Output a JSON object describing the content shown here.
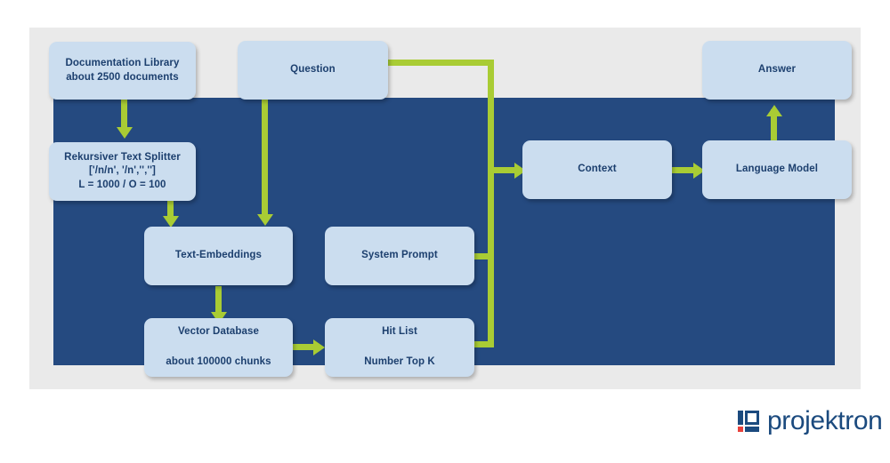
{
  "slide": {
    "title": "RAG pipeline diagram",
    "background_color": "#ffffff",
    "panel_color": "#eaeaea",
    "backdrop_color": "#254A80",
    "box_fill": "#CBDDEF",
    "box_text_color": "#1C3F6E",
    "connector_color": "#A9CC34",
    "logo_accent_red": "#E8413C"
  },
  "nodes": {
    "documentation_library": {
      "line1": "Documentation Library",
      "line2": "about 2500 documents"
    },
    "question": {
      "line1": "Question"
    },
    "answer": {
      "line1": "Answer"
    },
    "text_splitter": {
      "line1": "Rekursiver Text Splitter",
      "line2": "['/n/n', '/n','','']",
      "line3": "L = 1000 / O = 100"
    },
    "text_embeddings": {
      "line1": "Text-Embeddings"
    },
    "system_prompt": {
      "line1": "System Prompt"
    },
    "context": {
      "line1": "Context"
    },
    "language_model": {
      "line1": "Language Model"
    },
    "vector_database": {
      "line1": "Vector Database",
      "line2": "about 100000 chunks"
    },
    "hit_list": {
      "line1": "Hit List",
      "line2": "Number Top K"
    }
  },
  "logo": {
    "wordmark": "projektron",
    "mark_name": "projektron-logo-mark"
  }
}
